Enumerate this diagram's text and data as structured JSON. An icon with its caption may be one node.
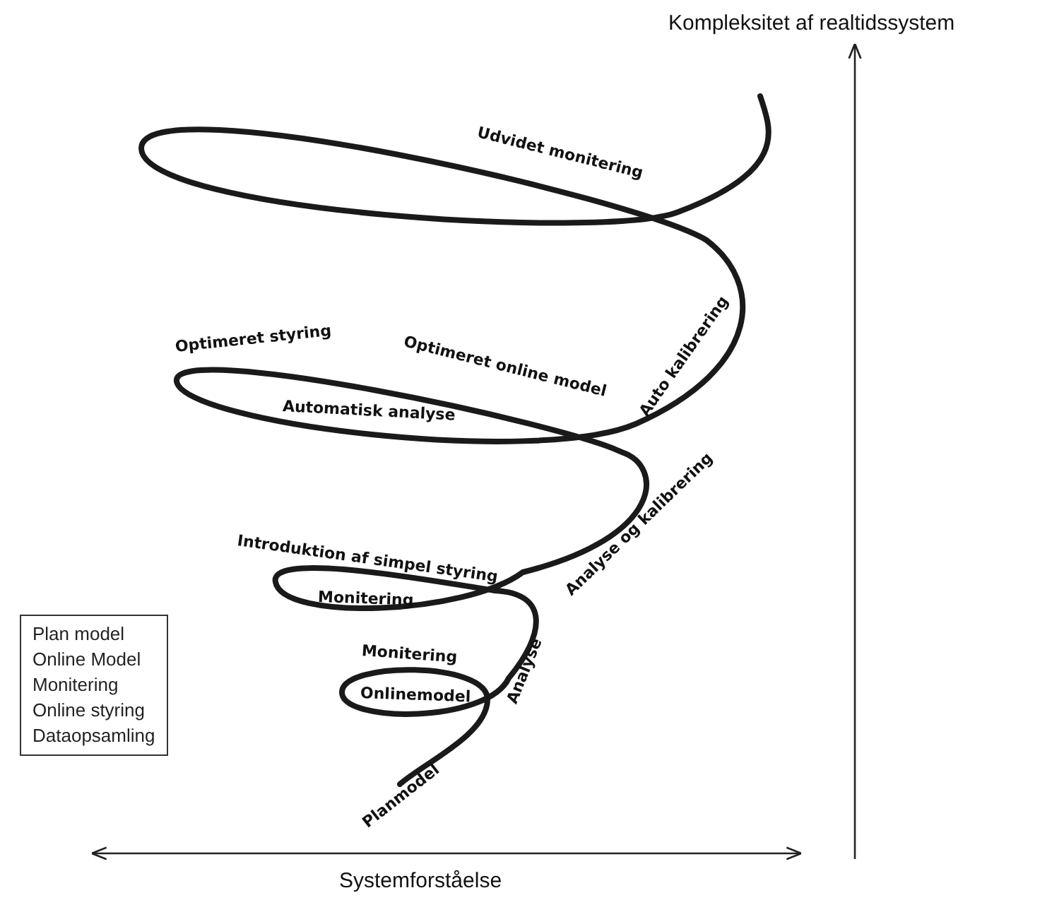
{
  "diagram": {
    "nodes": [
      {
        "text": [
          "Plan model",
          "Online Model",
          "Monitering",
          "Online styring",
          "Dataopsamling"
        ]
      }
    ],
    "edges": [],
    "labels": [
      "Kompleksitet af realtidssystem",
      "Udvidet monitering",
      "Optimeret styring",
      "Optimeret online model",
      "Auto kalibrering",
      "Automatisk analyse",
      "Introduktion af simpel styring",
      "Analyse og kalibrering",
      "Monitering",
      "Monitering",
      "Analyse",
      "Onlinemodel",
      "Planmodel",
      "Systemforståelse"
    ]
  }
}
